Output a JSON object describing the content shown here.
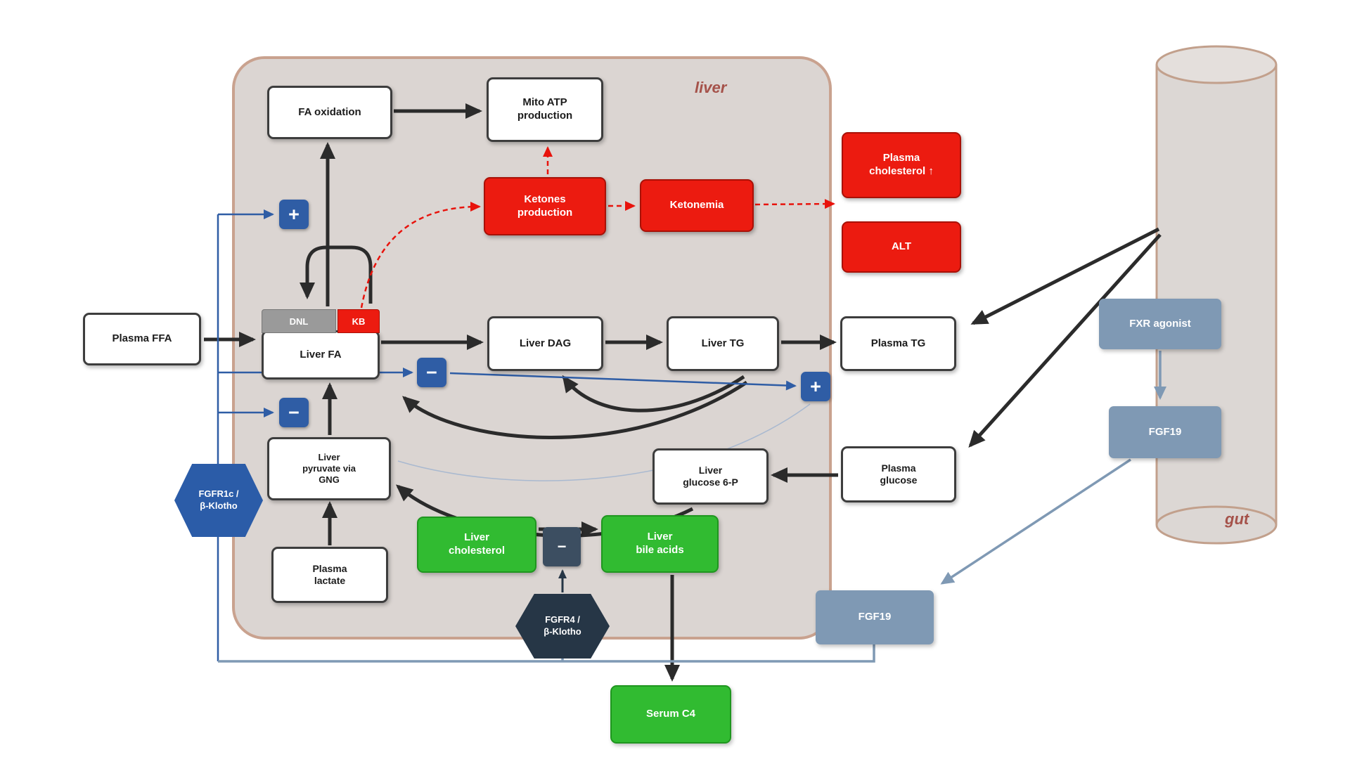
{
  "figure": {
    "regions": {
      "liver": "liver",
      "gut": "gut"
    },
    "nodes": {
      "fa_oxidation": "FA oxidation",
      "mito_atp": "Mito ATP\nproduction",
      "ketones_production": "Ketones\nproduction",
      "ketonemia": "Ketonemia",
      "plasma_cholesterol": "Plasma\ncholesterol ↑",
      "alt": "ALT",
      "dnl_tag": "DNL",
      "kb_tag": "KB",
      "plasma_ffa": "Plasma FFA",
      "liver_fa": "Liver FA",
      "liver_dag": "Liver DAG",
      "liver_tg": "Liver TG",
      "plasma_tg": "Plasma TG",
      "liver_pyruvate": "Liver\npyruvate via\nGNG",
      "liver_glucose6p": "Liver\nglucose 6-P",
      "plasma_glucose": "Plasma\nglucose",
      "plasma_lactate": "Plasma\nlactate",
      "liver_cholesterol": "Liver\ncholesterol",
      "liver_bile_acids": "Liver\nbile acids",
      "serum_c4": "Serum C4",
      "fgfr1c_klotho": "FGFR1c /\nβ-Klotho",
      "fgfr4_klotho": "FGFR4 /\nβ-Klotho",
      "fxr_agonist": "FXR agonist",
      "fgf19_gut": "FGF19",
      "fgf19_liver": "FGF19"
    },
    "badges": {
      "plus": "+",
      "minus": "−"
    },
    "colors": {
      "increased": "#ec1b10",
      "decreased": "#31bb31",
      "signal_steel": "#7f99b4",
      "regulator_blue": "#2f5da5",
      "receptor_dark": "#263646",
      "organ_border": "#c9a28f"
    }
  }
}
